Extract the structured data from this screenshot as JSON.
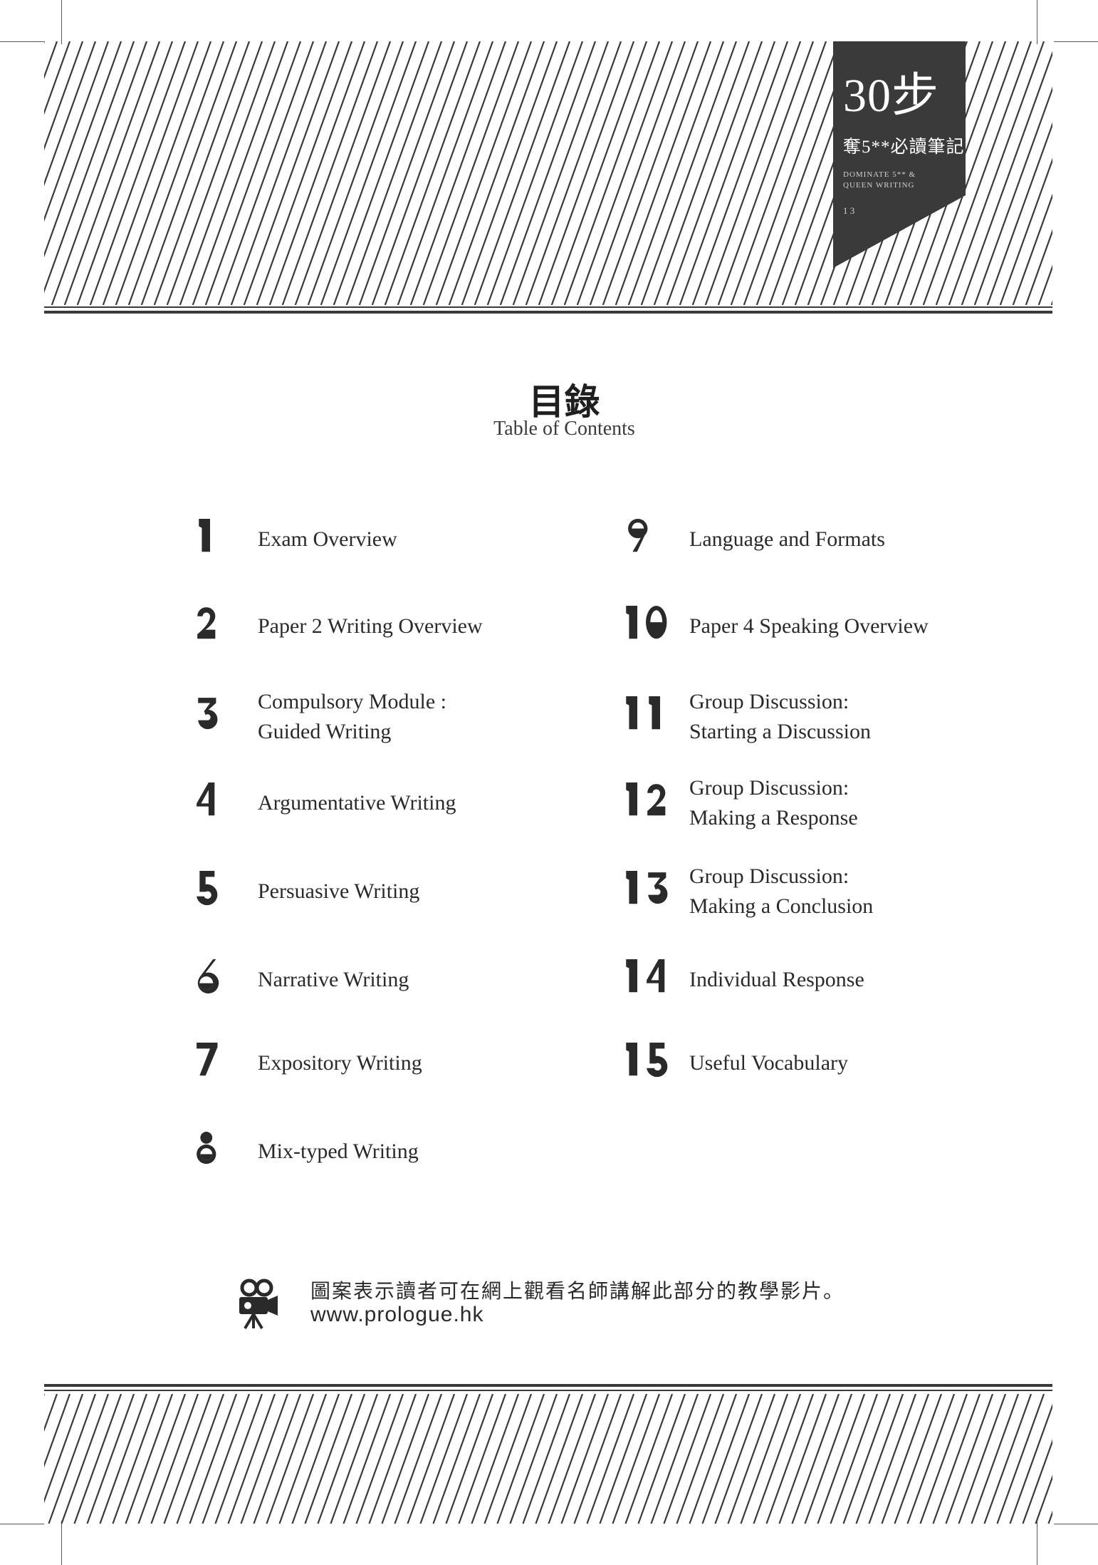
{
  "book_badge": {
    "main": "30步",
    "sub": "奪5**必讀筆記",
    "tiny_line1": "DOMINATE 5** &",
    "tiny_line2": "QUEEN WRITING",
    "page": "1 3",
    "color": "#3a3a3a"
  },
  "heading": {
    "title_zh": "目錄",
    "title_en": "Table of Contents"
  },
  "toc_left": [
    {
      "num": "1",
      "lines": [
        "Exam Overview"
      ]
    },
    {
      "num": "2",
      "lines": [
        "Paper 2 Writing Overview"
      ]
    },
    {
      "num": "3",
      "lines": [
        "Compulsory Module :",
        "Guided Writing"
      ]
    },
    {
      "num": "4",
      "lines": [
        "Argumentative Writing"
      ]
    },
    {
      "num": "5",
      "lines": [
        "Persuasive Writing"
      ]
    },
    {
      "num": "6",
      "lines": [
        "Narrative  Writing"
      ]
    },
    {
      "num": "7",
      "lines": [
        "Expository Writing"
      ]
    },
    {
      "num": "8",
      "lines": [
        "Mix-typed Writing"
      ]
    }
  ],
  "toc_right": [
    {
      "num": "9",
      "lines": [
        "Language and Formats"
      ]
    },
    {
      "num": "10",
      "lines": [
        "Paper 4 Speaking Overview"
      ]
    },
    {
      "num": "11",
      "lines": [
        "Group Discussion:",
        "Starting a Discussion"
      ]
    },
    {
      "num": "12",
      "lines": [
        "Group Discussion:",
        "Making a Response"
      ]
    },
    {
      "num": "13",
      "lines": [
        "Group Discussion:",
        "Making a Conclusion"
      ]
    },
    {
      "num": "14",
      "lines": [
        "Individual Response"
      ]
    },
    {
      "num": "15",
      "lines": [
        "Useful Vocabulary"
      ]
    }
  ],
  "note": {
    "icon": "video-camera-icon",
    "text": "圖案表示讀者可在網上觀看名師講解此部分的教學影片。",
    "url": "www.prologue.hk"
  },
  "colors": {
    "ink": "#2a2a2a",
    "stripe": "#3a3a3a"
  }
}
